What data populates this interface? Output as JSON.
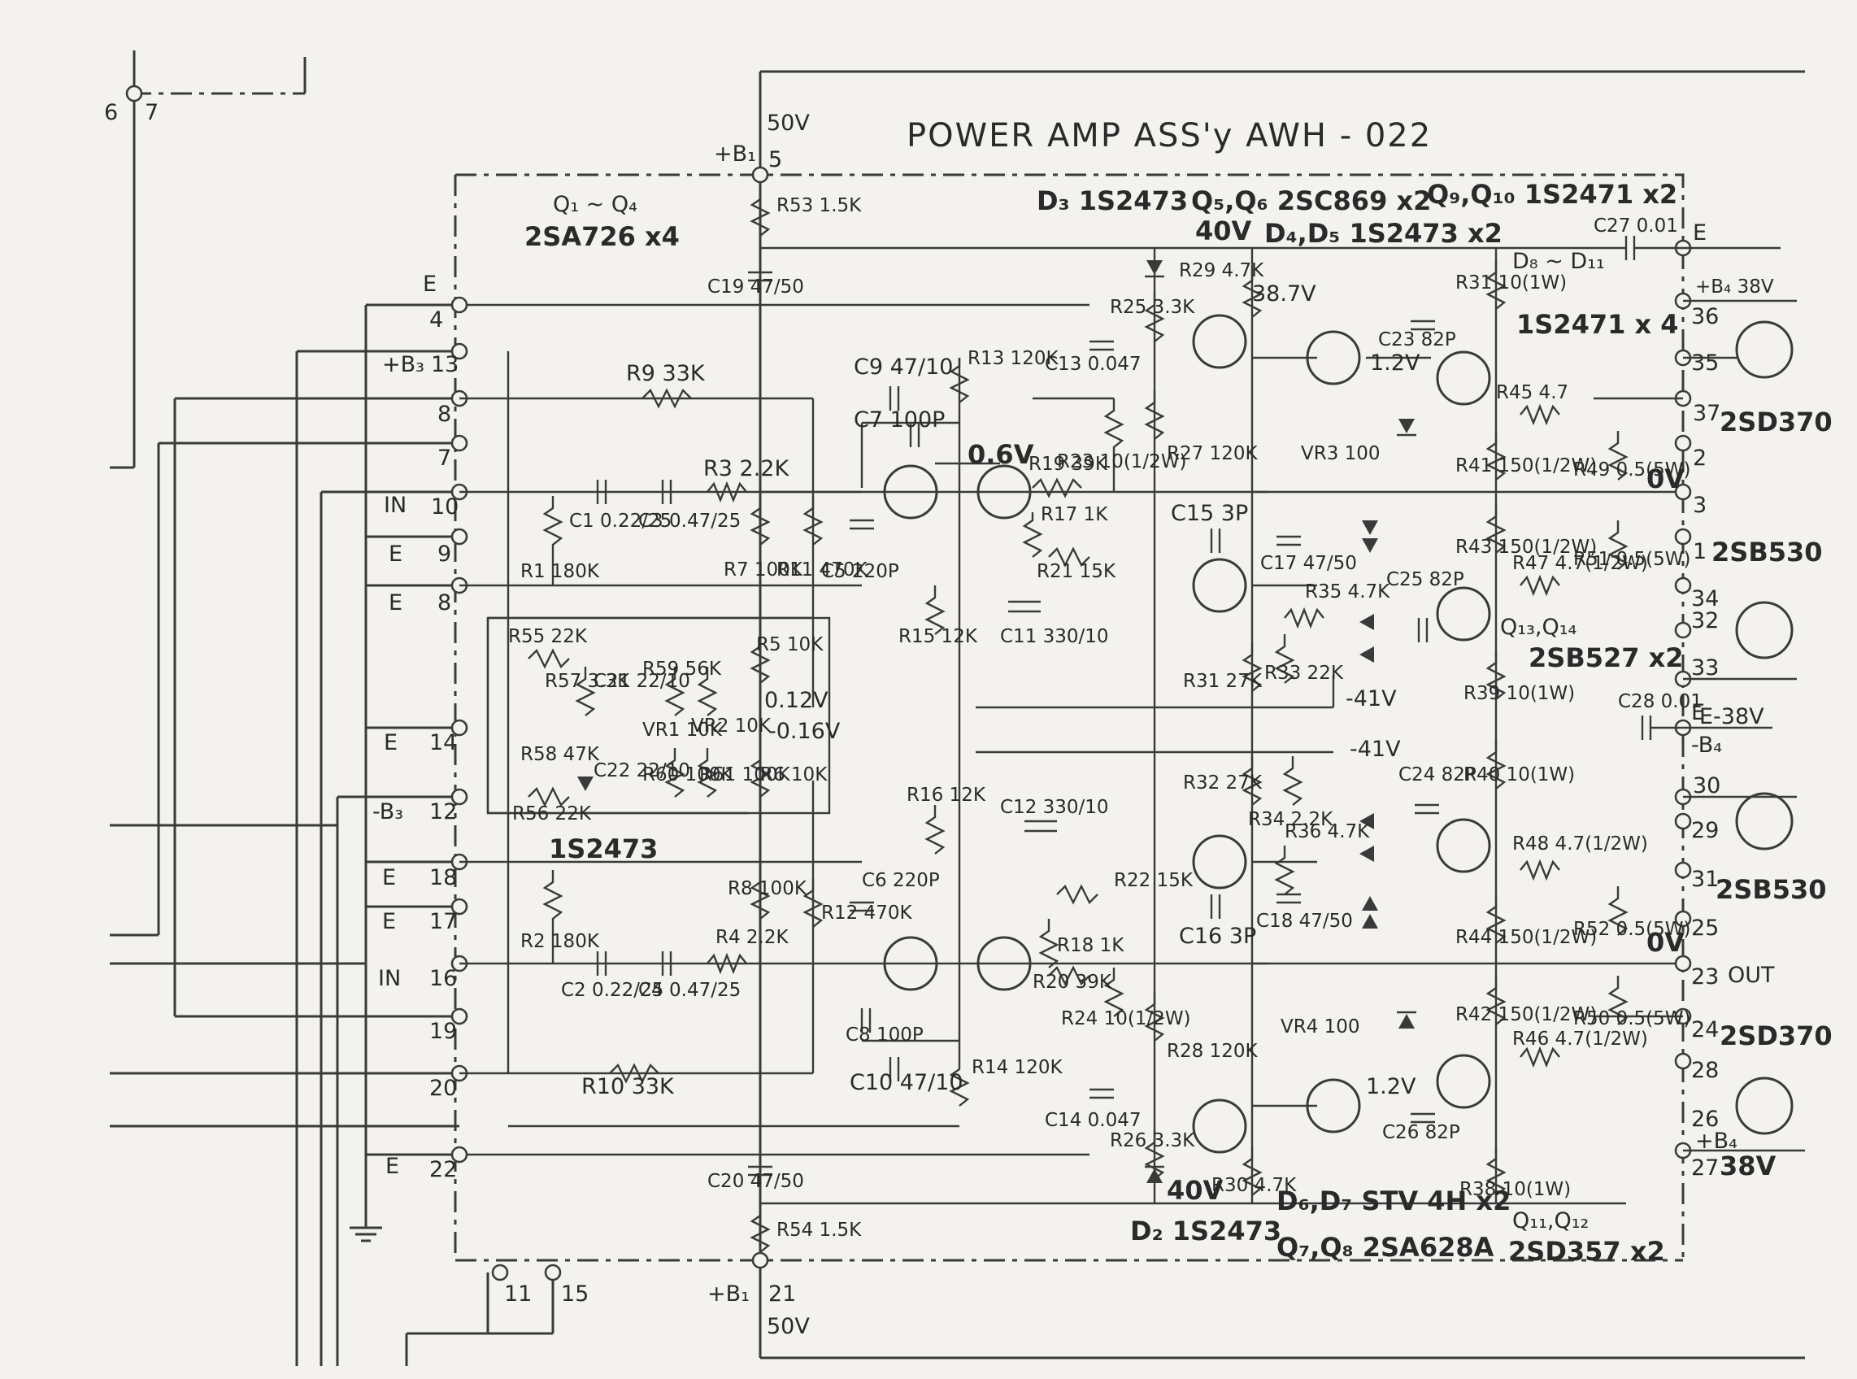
{
  "title": "POWER AMP ASS'y  AWH - 022",
  "connector_top": [
    "6",
    "7"
  ],
  "supplies": {
    "top_voltage": "50V",
    "top_label": "+B₁",
    "top_pin": "5",
    "bottom_voltage": "50V",
    "bottom_label": "+B₁",
    "bottom_pin": "21"
  },
  "left_pins": [
    {
      "name": "E",
      "pin": "4"
    },
    {
      "name": "+B₃",
      "pin": "13"
    },
    {
      "name": "",
      "pin": "8"
    },
    {
      "name": "",
      "pin": "7"
    },
    {
      "name": "IN",
      "pin": "10"
    },
    {
      "name": "E",
      "pin": "9"
    },
    {
      "name": "E",
      "pin": "8"
    },
    {
      "name": "E",
      "pin": "14"
    },
    {
      "name": "-B₃",
      "pin": "12"
    },
    {
      "name": "E",
      "pin": "18"
    },
    {
      "name": "E",
      "pin": "17"
    },
    {
      "name": "IN",
      "pin": "16"
    },
    {
      "name": "",
      "pin": "19"
    },
    {
      "name": "",
      "pin": "20"
    },
    {
      "name": "E",
      "pin": "22"
    }
  ],
  "bottom_pins": [
    "11",
    "15"
  ],
  "right_pins": [
    {
      "pin": "E",
      "label": ""
    },
    {
      "pin": "36",
      "label": "+B₄ 38V"
    },
    {
      "pin": "35",
      "label": ""
    },
    {
      "pin": "37",
      "label": "2SD370"
    },
    {
      "pin": "2",
      "label": ""
    },
    {
      "pin": "3",
      "label": "0V"
    },
    {
      "pin": "1",
      "label": "2SB530"
    },
    {
      "pin": "34",
      "label": ""
    },
    {
      "pin": "32",
      "label": ""
    },
    {
      "pin": "33",
      "label": ""
    },
    {
      "pin": "E",
      "label": "E-38V"
    },
    {
      "pin": "30",
      "label": "-B₄"
    },
    {
      "pin": "29",
      "label": ""
    },
    {
      "pin": "31",
      "label": "2SB530"
    },
    {
      "pin": "25",
      "label": "0V"
    },
    {
      "pin": "23",
      "label": "OUT"
    },
    {
      "pin": "24",
      "label": "2SD370"
    },
    {
      "pin": "28",
      "label": ""
    },
    {
      "pin": "26",
      "label": "+B₄"
    },
    {
      "pin": "27",
      "label": "38V"
    }
  ],
  "part_notes": [
    "Q₁ ~ Q₄",
    "2SA726 x4",
    "D₃ 1S2473",
    "Q₅,Q₆ 2SC869 x2",
    "Q₉,Q₁₀ 1S2471 x2",
    "D₄,D₅ 1S2473 x2",
    "D₈ ~ D₁₁",
    "1S2471 x 4",
    "Q₁₃,Q₁₄",
    "2SB527 x2",
    "1S2473",
    "D₂ 1S2473",
    "D₆,D₇ STV 4H x2",
    "Q₇,Q₈ 2SA628A",
    "Q₁₁,Q₁₂",
    "2SD357 x2"
  ],
  "voltages": [
    "40V",
    "38.7V",
    "1.2V",
    "0.6V",
    "0.12V",
    "-0.16V",
    "-41V",
    "-41V",
    "1.2V",
    "40V"
  ],
  "components": [
    "R53 1.5K",
    "C19 47/50",
    "R9 33K",
    "C9 47/10",
    "R13 120K",
    "C7 100P",
    "C1 0.22/25",
    "C3 0.47/25",
    "R3 2.2K",
    "R1 180K",
    "R7 100K",
    "R11 470K",
    "C5 220P",
    "R19 39K",
    "R17 1K",
    "R21 15K",
    "R15 12K",
    "C11 330/10",
    "C13 0.047",
    "R23 10(1/2W)",
    "R25 3.3K",
    "R29 4.7K",
    "R27 120K",
    "C23 82P",
    "R31 10(1W)",
    "R45 4.7",
    "R41 150(1/2W)",
    "C27 0.01",
    "R49 0.5(5W)",
    "R51 0.5(5W)",
    "R43 150(1/2W)",
    "R47 4.7(1/2W)",
    "C15 3P",
    "C17 47/50",
    "R35 4.7K",
    "C25 82P",
    "R33 22K",
    "R31 27K",
    "R39 10(1W)",
    "C28 0.01",
    "R55 22K",
    "R57 3.3K",
    "C21 22/10",
    "R59 56K",
    "VR1 10K",
    "R5 10K",
    "R58 47K",
    "C22 22/10",
    "R60 100K",
    "VR2 10K",
    "R61 100K",
    "R6 10K",
    "R56 22K",
    "R32 27K",
    "R34 2.2K",
    "C24 82P",
    "R40 10(1W)",
    "R36 4.7K",
    "R16 12K",
    "C12 330/10",
    "R22 15K",
    "R18 1K",
    "R20 39K",
    "R2 180K",
    "C2 0.22/25",
    "C4 0.47/25",
    "R4 2.2K",
    "R8 100K",
    "R12 470K",
    "C6 220P",
    "C8 100P",
    "C10 47/10",
    "R14 120K",
    "R10 33K",
    "C16 3P",
    "C18 47/50",
    "R24 10(1/2W)",
    "R28 120K",
    "C14 0.047",
    "R26 3.3K",
    "R30 4.7K",
    "C26 82P",
    "R46 4.7(1/2W)",
    "R42 150(1/2W)",
    "R44 150(1/2W)",
    "R48 4.7(1/2W)",
    "R52 0.5(5W)",
    "R50 0.5(5W)",
    "R38 10(1W)",
    "C20 47/50",
    "R54 1.5K",
    "VR3 100",
    "VR4 100"
  ]
}
